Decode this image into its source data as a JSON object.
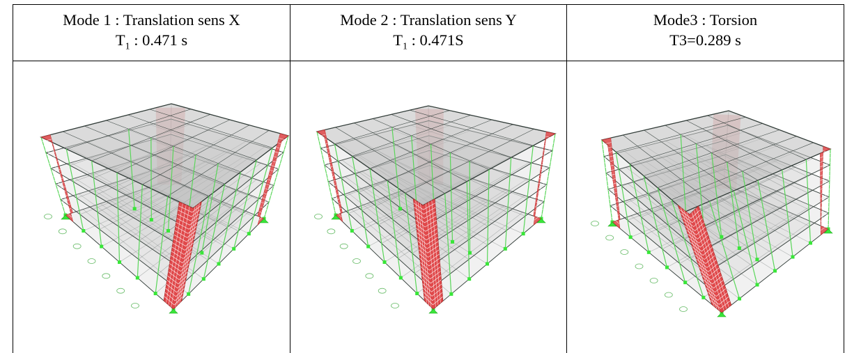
{
  "columns": [
    {
      "title": "Mode 1 : Translation sens X",
      "period": {
        "symbol": "T",
        "subscript": "1",
        "text": " : 0.471 s"
      },
      "mode_shape": "translation-x"
    },
    {
      "title": "Mode 2 : Translation sens Y",
      "period": {
        "symbol": "T",
        "subscript": "1",
        "text": " : 0.471S"
      },
      "mode_shape": "translation-y"
    },
    {
      "title": "Mode3 : Torsion",
      "period_text": "T3=0.289 s",
      "mode_shape": "torsion"
    }
  ],
  "colors": {
    "wall": "#e0484a",
    "wall_grid": "#ffffff",
    "slab": "#bdbdbd",
    "beam": "#2f3a36",
    "column": "#59d659",
    "support": "#39e639"
  }
}
